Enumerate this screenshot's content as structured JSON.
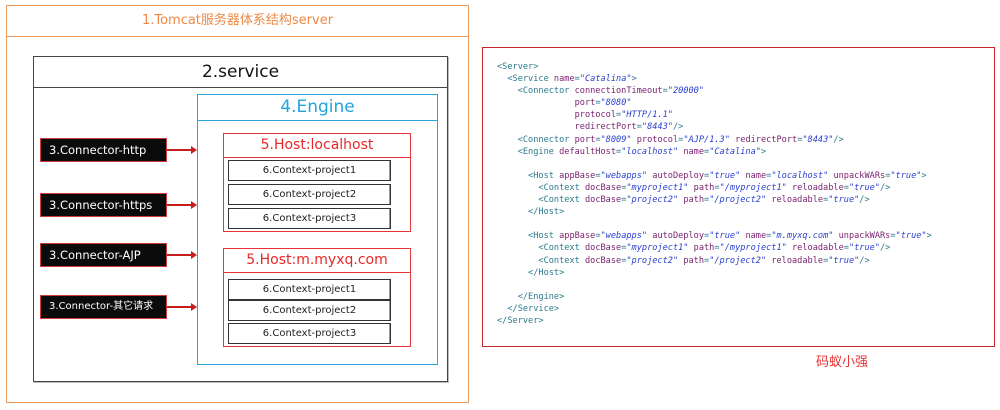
{
  "diagram": {
    "server_title": "1.Tomcat服务器体系结构server",
    "service_title": "2.service",
    "engine_title": "4.Engine",
    "connectors": [
      "3.Connector-http",
      "3.Connector-https",
      "3.Connector-AJP",
      "3.Connector-其它请求"
    ],
    "hosts": [
      {
        "title": "5.Host:localhost",
        "contexts": [
          "6.Context-project1",
          "6.Context-project2",
          "6.Context-project3"
        ]
      },
      {
        "title": "5.Host:m.myxq.com",
        "contexts": [
          "6.Context-project1",
          "6.Context-project2",
          "6.Context-project3"
        ]
      }
    ],
    "colors": {
      "server": "#ed9a5c",
      "engine": "#2aa6de",
      "host": "#e8333a",
      "arrow": "#c41e1e"
    }
  },
  "code": {
    "language": "xml",
    "lines": [
      [
        [
          "tag",
          "<Server>"
        ]
      ],
      [
        [
          "tag",
          "  <Service "
        ],
        [
          "attr",
          "name"
        ],
        [
          "punc",
          "="
        ],
        [
          "val",
          "\"Catalina\""
        ],
        [
          "tag",
          ">"
        ]
      ],
      [
        [
          "tag",
          "    <Connector "
        ],
        [
          "attr",
          "connectionTimeout"
        ],
        [
          "punc",
          "="
        ],
        [
          "val",
          "\"20000\""
        ]
      ],
      [
        [
          "tag",
          "               "
        ],
        [
          "attr",
          "port"
        ],
        [
          "punc",
          "="
        ],
        [
          "val",
          "\"8080\""
        ]
      ],
      [
        [
          "tag",
          "               "
        ],
        [
          "attr",
          "protocol"
        ],
        [
          "punc",
          "="
        ],
        [
          "val",
          "\"HTTP/1.1\""
        ]
      ],
      [
        [
          "tag",
          "               "
        ],
        [
          "attr",
          "redirectPort"
        ],
        [
          "punc",
          "="
        ],
        [
          "val",
          "\"8443\""
        ],
        [
          "tag",
          "/>"
        ]
      ],
      [
        [
          "tag",
          "    <Connector "
        ],
        [
          "attr",
          "port"
        ],
        [
          "punc",
          "="
        ],
        [
          "val",
          "\"8009\""
        ],
        [
          "tag",
          " "
        ],
        [
          "attr",
          "protocol"
        ],
        [
          "punc",
          "="
        ],
        [
          "val",
          "\"AJP/1.3\""
        ],
        [
          "tag",
          " "
        ],
        [
          "attr",
          "redirectPort"
        ],
        [
          "punc",
          "="
        ],
        [
          "val",
          "\"8443\""
        ],
        [
          "tag",
          "/>"
        ]
      ],
      [
        [
          "tag",
          "    <Engine "
        ],
        [
          "attr",
          "defaultHost"
        ],
        [
          "punc",
          "="
        ],
        [
          "val",
          "\"localhost\""
        ],
        [
          "tag",
          " "
        ],
        [
          "attr",
          "name"
        ],
        [
          "punc",
          "="
        ],
        [
          "val",
          "\"Catalina\""
        ],
        [
          "tag",
          ">"
        ]
      ],
      [
        [
          "tag",
          ""
        ]
      ],
      [
        [
          "tag",
          "      <Host "
        ],
        [
          "attr",
          "appBase"
        ],
        [
          "punc",
          "="
        ],
        [
          "val",
          "\"webapps\""
        ],
        [
          "tag",
          " "
        ],
        [
          "attr",
          "autoDeploy"
        ],
        [
          "punc",
          "="
        ],
        [
          "val",
          "\"true\""
        ],
        [
          "tag",
          " "
        ],
        [
          "attr",
          "name"
        ],
        [
          "punc",
          "="
        ],
        [
          "val",
          "\"localhost\""
        ],
        [
          "tag",
          " "
        ],
        [
          "attr",
          "unpackWARs"
        ],
        [
          "punc",
          "="
        ],
        [
          "val",
          "\"true\""
        ],
        [
          "tag",
          ">"
        ]
      ],
      [
        [
          "tag",
          "        <Context "
        ],
        [
          "attr",
          "docBase"
        ],
        [
          "punc",
          "="
        ],
        [
          "val",
          "\"myproject1\""
        ],
        [
          "tag",
          " "
        ],
        [
          "attr",
          "path"
        ],
        [
          "punc",
          "="
        ],
        [
          "val",
          "\"/myproject1\""
        ],
        [
          "tag",
          " "
        ],
        [
          "attr",
          "reloadable"
        ],
        [
          "punc",
          "="
        ],
        [
          "val",
          "\"true\""
        ],
        [
          "tag",
          "/>"
        ]
      ],
      [
        [
          "tag",
          "        <Context "
        ],
        [
          "attr",
          "docBase"
        ],
        [
          "punc",
          "="
        ],
        [
          "val",
          "\"project2\""
        ],
        [
          "tag",
          " "
        ],
        [
          "attr",
          "path"
        ],
        [
          "punc",
          "="
        ],
        [
          "val",
          "\"/project2\""
        ],
        [
          "tag",
          " "
        ],
        [
          "attr",
          "reloadable"
        ],
        [
          "punc",
          "="
        ],
        [
          "val",
          "\"true\""
        ],
        [
          "tag",
          "/>"
        ]
      ],
      [
        [
          "tag",
          "      </Host>"
        ]
      ],
      [
        [
          "tag",
          ""
        ]
      ],
      [
        [
          "tag",
          "      <Host "
        ],
        [
          "attr",
          "appBase"
        ],
        [
          "punc",
          "="
        ],
        [
          "val",
          "\"webapps\""
        ],
        [
          "tag",
          " "
        ],
        [
          "attr",
          "autoDeploy"
        ],
        [
          "punc",
          "="
        ],
        [
          "val",
          "\"true\""
        ],
        [
          "tag",
          " "
        ],
        [
          "attr",
          "name"
        ],
        [
          "punc",
          "="
        ],
        [
          "val",
          "\"m.myxq.com\""
        ],
        [
          "tag",
          " "
        ],
        [
          "attr",
          "unpackWARs"
        ],
        [
          "punc",
          "="
        ],
        [
          "val",
          "\"true\""
        ],
        [
          "tag",
          ">"
        ]
      ],
      [
        [
          "tag",
          "        <Context "
        ],
        [
          "attr",
          "docBase"
        ],
        [
          "punc",
          "="
        ],
        [
          "val",
          "\"myproject1\""
        ],
        [
          "tag",
          " "
        ],
        [
          "attr",
          "path"
        ],
        [
          "punc",
          "="
        ],
        [
          "val",
          "\"/myproject1\""
        ],
        [
          "tag",
          " "
        ],
        [
          "attr",
          "reloadable"
        ],
        [
          "punc",
          "="
        ],
        [
          "val",
          "\"true\""
        ],
        [
          "tag",
          "/>"
        ]
      ],
      [
        [
          "tag",
          "        <Context "
        ],
        [
          "attr",
          "docBase"
        ],
        [
          "punc",
          "="
        ],
        [
          "val",
          "\"project2\""
        ],
        [
          "tag",
          " "
        ],
        [
          "attr",
          "path"
        ],
        [
          "punc",
          "="
        ],
        [
          "val",
          "\"/project2\""
        ],
        [
          "tag",
          " "
        ],
        [
          "attr",
          "reloadable"
        ],
        [
          "punc",
          "="
        ],
        [
          "val",
          "\"true\""
        ],
        [
          "tag",
          "/>"
        ]
      ],
      [
        [
          "tag",
          "      </Host>"
        ]
      ],
      [
        [
          "tag",
          ""
        ]
      ],
      [
        [
          "tag",
          "    </Engine>"
        ]
      ],
      [
        [
          "tag",
          "  </Service>"
        ]
      ],
      [
        [
          "tag",
          "</Server>"
        ]
      ]
    ]
  },
  "watermark": "码蚁小强"
}
